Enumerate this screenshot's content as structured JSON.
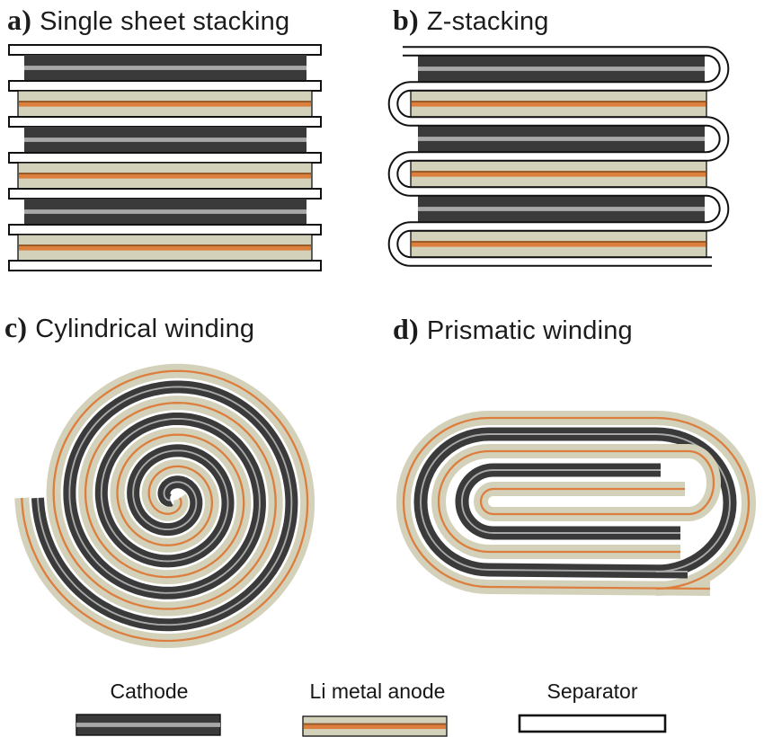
{
  "panels": [
    {
      "prefix": "a)",
      "title": "Single sheet stacking"
    },
    {
      "prefix": "b)",
      "title": "Z-stacking"
    },
    {
      "prefix": "c)",
      "title": "Cylindrical winding"
    },
    {
      "prefix": "d)",
      "title": "Prismatic winding"
    }
  ],
  "legend": {
    "items": [
      {
        "label": "Cathode",
        "swatch": "cathode"
      },
      {
        "label": "Li metal anode",
        "swatch": "anode"
      },
      {
        "label": "Separator",
        "swatch": "separator"
      }
    ]
  },
  "colors": {
    "background": "#ffffff",
    "cathode": "#3a3a3a",
    "cathode_line": "#a8a8a8",
    "anode": "#d4d1bb",
    "anode_line": "#dc7e3d",
    "anode_line_edge": "#955723",
    "separator": "#ffffff",
    "outline": "#111111",
    "text": "#1c1c1c"
  },
  "stacks": {
    "single_sheet": {
      "layers": [
        "separator",
        "cathode",
        "separator",
        "anode",
        "separator",
        "cathode",
        "separator",
        "anode",
        "separator",
        "cathode",
        "separator",
        "anode",
        "separator"
      ]
    },
    "z_stacking": {
      "electrodes": [
        "cathode",
        "anode",
        "cathode",
        "anode",
        "cathode",
        "anode"
      ],
      "separator_style": "continuous z-folded ribbon"
    },
    "cylindrical": {
      "wound_unit": [
        "anode",
        "separator",
        "cathode",
        "separator"
      ],
      "turns": 4.5
    },
    "prismatic": {
      "wound_unit": [
        "anode",
        "separator",
        "cathode",
        "separator"
      ],
      "turns": 2.5
    }
  }
}
